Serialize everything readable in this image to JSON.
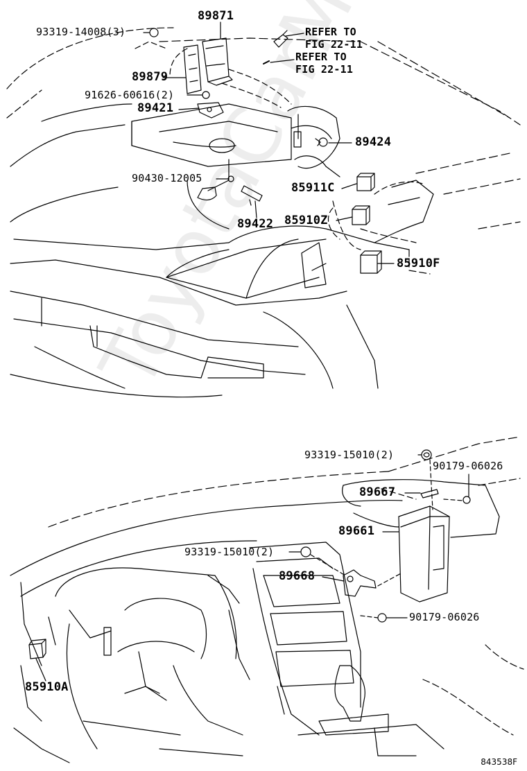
{
  "figure_code": "843538F",
  "watermark": "ToyotaCarMine.ru",
  "engine_callouts": {
    "p93319_14008": "93319-14008(3)",
    "p89871": "89871",
    "refer1_line1": "REFER TO",
    "refer1_line2": "FIG 22-11",
    "refer2_line1": "REFER TO",
    "refer2_line2": "FIG 22-11",
    "p89879": "89879",
    "p91626": "91626-60616(2)",
    "p89421": "89421",
    "p89424": "89424",
    "p90430": "90430-12005",
    "p85911c": "85911C",
    "p89422": "89422",
    "p85910z": "85910Z",
    "p85910f": "85910F"
  },
  "dash_callouts": {
    "p93319_15010_a": "93319-15010(2)",
    "p90179_a": "90179-06026",
    "p89667": "89667",
    "p89661": "89661",
    "p93319_15010_b": "93319-15010(2)",
    "p89668": "89668",
    "p90179_b": "90179-06026",
    "p85910a": "85910A"
  },
  "colors": {
    "line": "#000000",
    "background": "#ffffff"
  }
}
